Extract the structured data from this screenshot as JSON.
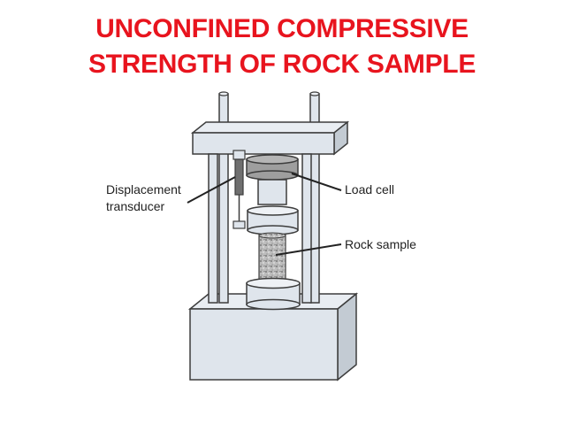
{
  "title": {
    "line1": "UNCONFINED COMPRESSIVE",
    "line2": "STRENGTH OF ROCK SAMPLE"
  },
  "labels": {
    "displacement_line1": "Displacement",
    "displacement_line2": "transducer",
    "load_cell": "Load cell",
    "rock_sample": "Rock sample"
  },
  "colors": {
    "title": "#e8141e",
    "apparatus_fill": "#dfe5ec",
    "apparatus_stroke": "#3d3d3d",
    "load_cell": "#9e9e9e",
    "transducer": "#6f6f6f",
    "rock": "#b8b8b8"
  }
}
